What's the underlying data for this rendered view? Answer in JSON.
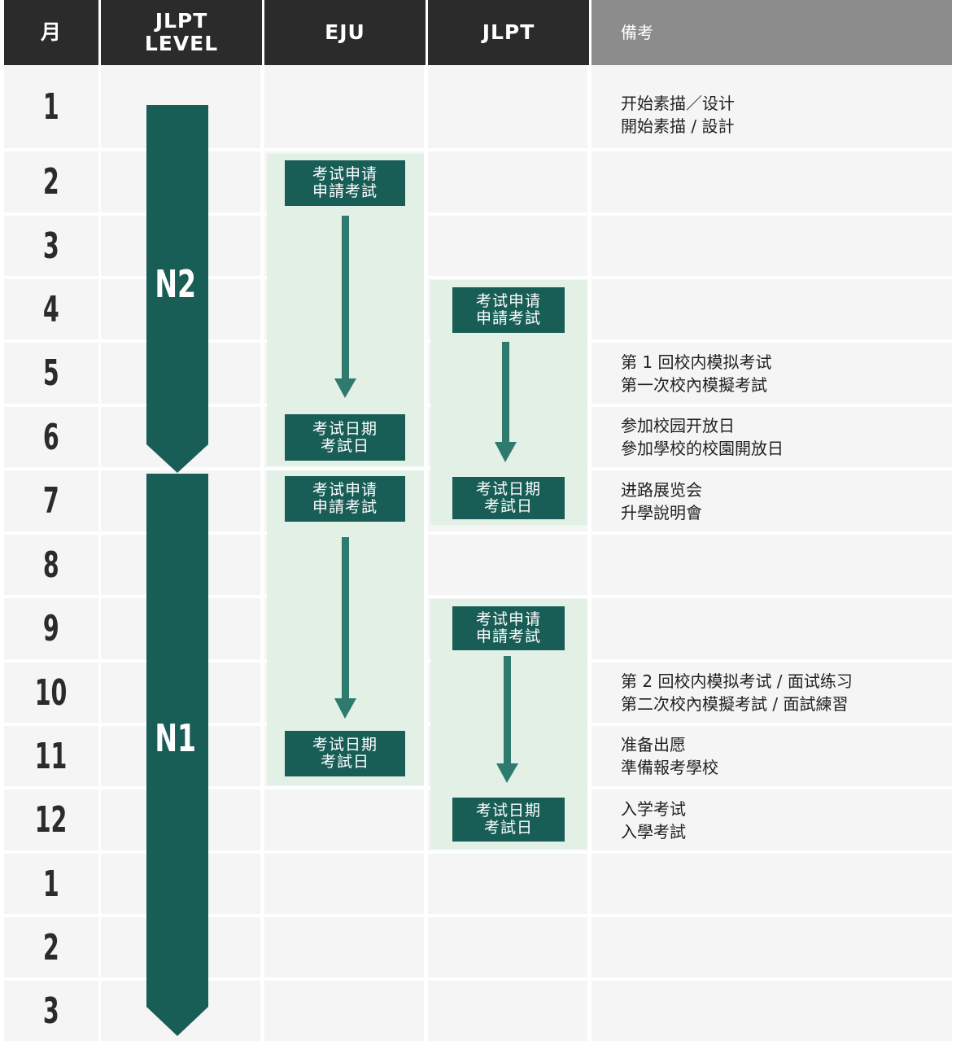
{
  "header": {
    "month": "月",
    "level_line1": "JLPT",
    "level_line2": "LEVEL",
    "eju": "EJU",
    "jlpt": "JLPT",
    "notes": "備考"
  },
  "months": [
    "1",
    "2",
    "3",
    "4",
    "5",
    "6",
    "7",
    "8",
    "9",
    "10",
    "11",
    "12",
    "1",
    "2",
    "3"
  ],
  "levels": {
    "n2": "N2",
    "n1": "N1"
  },
  "eju": {
    "apply1": {
      "line1": "考试申请",
      "line2": "申請考試"
    },
    "exam1": {
      "line1": "考试日期",
      "line2": "考試日"
    },
    "apply2": {
      "line1": "考试申请",
      "line2": "申請考試"
    },
    "exam2": {
      "line1": "考试日期",
      "line2": "考試日"
    }
  },
  "jlpt": {
    "apply1": {
      "line1": "考试申请",
      "line2": "申請考試"
    },
    "exam1": {
      "line1": "考试日期",
      "line2": "考試日"
    },
    "apply2": {
      "line1": "考试申请",
      "line2": "申請考試"
    },
    "exam2": {
      "line1": "考试日期",
      "line2": "考試日"
    }
  },
  "notes": {
    "r1": {
      "line1": "开始素描／设计",
      "line2": "開始素描 / 設計"
    },
    "r5": {
      "line1": "第 1 回校内模拟考试",
      "line2": "第一次校內模擬考試"
    },
    "r6": {
      "line1": "参加校园开放日",
      "line2": "參加學校的校園開放日"
    },
    "r7": {
      "line1": "进路展览会",
      "line2": "升學說明會"
    },
    "r10": {
      "line1": "第 2 回校内模拟考试 / 面试练习",
      "line2": "第二次校內模擬考試 / 面試練習"
    },
    "r11": {
      "line1": "准备出愿",
      "line2": "準備報考學校"
    },
    "r12": {
      "line1": "入学考试",
      "line2": "入學考試"
    }
  },
  "colors": {
    "header": "#2b2b2b",
    "notes_header": "#8c8c8c",
    "cell": "#f5f5f5",
    "accent": "#185e57",
    "span": "#e2f0e5",
    "arrow": "#2e7a6e"
  }
}
